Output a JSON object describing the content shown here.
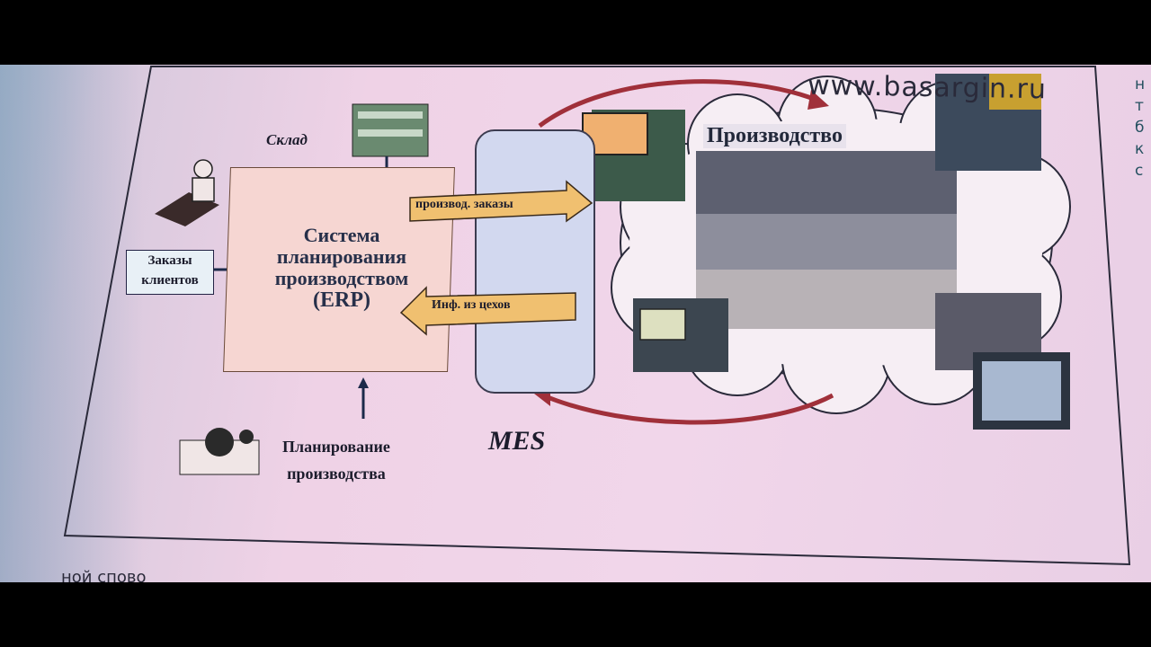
{
  "watermark": "www.basargin.ru",
  "diagram": {
    "warehouse": "Склад",
    "customer_orders": [
      "Заказы",
      "клиентов"
    ],
    "erp": [
      "Система",
      "планирования",
      "производством",
      "(ERP)"
    ],
    "arrow_to_mes": "производ. заказы",
    "arrow_from_mes": "Инф. из цехов",
    "mes": "MES",
    "production": "Производство",
    "production_planning": [
      "Планирование",
      "производства"
    ]
  },
  "page_fragments": {
    "bottom_text": "ной спово",
    "side_letters": [
      "н",
      "т",
      "б",
      "к",
      "с"
    ]
  },
  "colors": {
    "page_bg": "#efd2e6",
    "erp_fill": "#f6d6d2",
    "mes_fill": "#d2d8ef",
    "arrow_fill": "#f0c070",
    "cycle_arrow": "#a0303a"
  }
}
